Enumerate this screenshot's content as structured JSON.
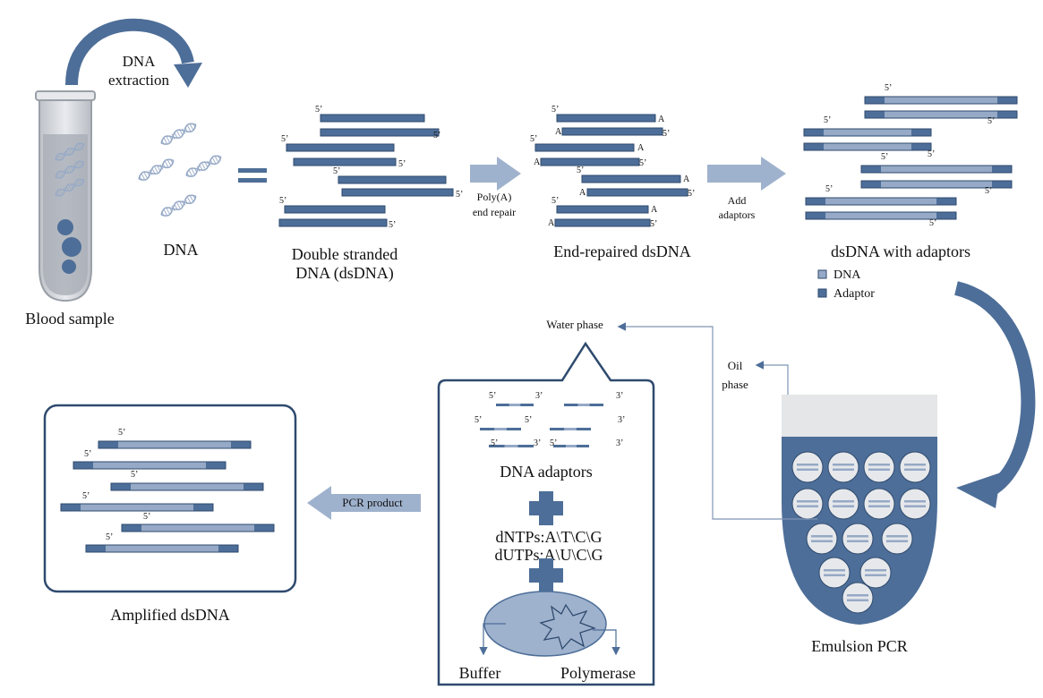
{
  "colors": {
    "dark_blue": "#4d6e98",
    "light_blue": "#96a9c6",
    "arrow_light": "#9fb2cd",
    "outline": "#2f4a6e",
    "tube_fill": "#d3d7dd"
  },
  "labels": {
    "dna_extraction_line1": "DNA",
    "dna_extraction_line2": "extraction",
    "blood_sample": "Blood sample",
    "dna": "DNA",
    "dsdna_line1": "Double stranded",
    "dsdna_line2": "DNA (dsDNA)",
    "polya_line1": "Poly(A)",
    "polya_line2": "end repair",
    "end_repaired": "End-repaired dsDNA",
    "add_adaptors_line1": "Add",
    "add_adaptors_line2": "adaptors",
    "with_adaptors": "dsDNA with adaptors",
    "legend_dna": "DNA",
    "legend_adaptor": "Adaptor",
    "water_phase": "Water phase",
    "oil_phase_line1": "Oil",
    "oil_phase_line2": "phase",
    "emulsion_pcr": "Emulsion PCR",
    "dna_adaptors": "DNA adaptors",
    "dntps": "dNTPs:A\\T\\C\\G",
    "dutps": "dUTPs:A\\U\\C\\G",
    "buffer": "Buffer",
    "polymerase": "Polymerase",
    "pcr_product": "PCR product",
    "amplified": "Amplified dsDNA",
    "five_prime": "5’",
    "three_prime": "3’",
    "base_a": "A"
  },
  "icons": [
    "test-tube-icon",
    "dna-helix-icon",
    "plus-icon",
    "star-burst-icon",
    "curved-arrow-icon"
  ]
}
